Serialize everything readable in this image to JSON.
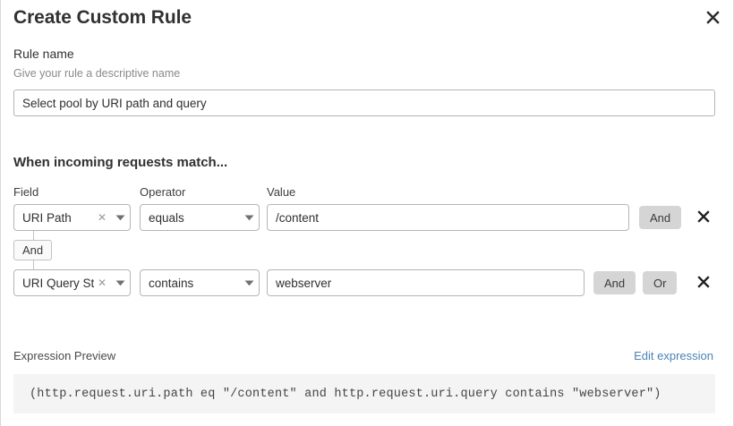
{
  "dialog": {
    "title": "Create Custom Rule",
    "close_icon": "close-icon"
  },
  "rule_name": {
    "label": "Rule name",
    "help_text": "Give your rule a descriptive name",
    "value": "Select pool by URI path and query",
    "placeholder": "Rule name"
  },
  "conditions": {
    "heading": "When incoming requests match...",
    "columns": {
      "field": "Field",
      "operator": "Operator",
      "value": "Value"
    },
    "connector_badge": "And",
    "rows": [
      {
        "field": "URI Path",
        "operator": "equals",
        "value": "/content",
        "clear_icon": "clear-x-icon",
        "caret_icon": "chevron-down-icon",
        "and_label": "And",
        "or_label": "",
        "remove_icon": "close-icon"
      },
      {
        "field": "URI Query St...",
        "operator": "contains",
        "value": "webserver",
        "clear_icon": "clear-x-icon",
        "caret_icon": "chevron-down-icon",
        "and_label": "And",
        "or_label": "Or",
        "remove_icon": "close-icon"
      }
    ]
  },
  "expression": {
    "label": "Expression Preview",
    "edit_link": "Edit expression",
    "code": "(http.request.uri.path eq \"/content\" and http.request.uri.query contains \"webserver\")"
  },
  "colors": {
    "accent_link": "#4a83b5",
    "pill_bg": "#d5d5d5",
    "border": "#b5b5b5",
    "code_bg": "#f4f4f4"
  }
}
